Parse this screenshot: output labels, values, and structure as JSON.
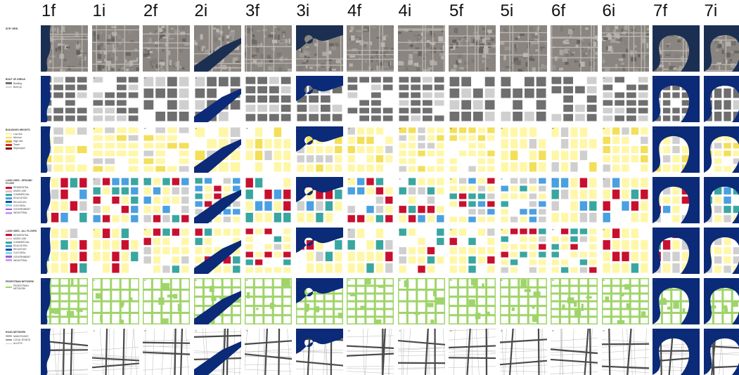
{
  "columns": [
    "1f",
    "1i",
    "2f",
    "2i",
    "3f",
    "3i",
    "4f",
    "4i",
    "5f",
    "5i",
    "6f",
    "6i",
    "7f",
    "7i"
  ],
  "rows": [
    {
      "key": "site",
      "title": "SITE VIEW",
      "legend": []
    },
    {
      "key": "built",
      "title": "BUILT UP AREAS",
      "legend": [
        {
          "label": "Building",
          "color": "#707070"
        },
        {
          "label": "Built Up",
          "color": "#d0d0d0"
        }
      ]
    },
    {
      "key": "heights",
      "title": "BUILDINGS HEIGHTS",
      "legend": [
        {
          "label": "Low rise",
          "color": "#fff7a8"
        },
        {
          "label": "Mid rise",
          "color": "#f3df58"
        },
        {
          "label": "High rise",
          "color": "#f0a300"
        },
        {
          "label": "Tower",
          "color": "#c62a1a"
        },
        {
          "label": "Skyscraper",
          "color": "#7a0d0d"
        }
      ]
    },
    {
      "key": "landuse_ground",
      "title": "LAND USES - GROUND FLOOR",
      "legend": [
        {
          "label": "RESIDENTIAL",
          "color": "#c8102e"
        },
        {
          "label": "MIXED USE",
          "color": "#f3b6c6"
        },
        {
          "label": "COMMERCIAL",
          "color": "#3aa6a0"
        },
        {
          "label": "EDUCATION",
          "color": "#4aa0e0"
        },
        {
          "label": "RELIGIOUS",
          "color": "#1050b0"
        },
        {
          "label": "CULTURAL",
          "color": "#8bd3f0"
        },
        {
          "label": "GOVERNMENT",
          "color": "#9d5bd0"
        },
        {
          "label": "INDUSTRIAL",
          "color": "#c8a0e8"
        }
      ]
    },
    {
      "key": "landuse_all",
      "title": "LAND USES - ALL FLOORS",
      "legend": [
        {
          "label": "RESIDENTIAL",
          "color": "#c8102e"
        },
        {
          "label": "MIXED USE",
          "color": "#f3b6c6"
        },
        {
          "label": "COMMERCIAL",
          "color": "#3aa6a0"
        },
        {
          "label": "EDUCATION",
          "color": "#4aa0e0"
        },
        {
          "label": "RELIGIOUS",
          "color": "#1050b0"
        },
        {
          "label": "CULTURAL",
          "color": "#8bd3f0"
        },
        {
          "label": "GOVERNMENT",
          "color": "#9d5bd0"
        },
        {
          "label": "INDUSTRIAL",
          "color": "#c8a0e8"
        }
      ]
    },
    {
      "key": "pedestrian",
      "title": "PEDESTRIAN NETWORK",
      "legend": [
        {
          "label": "PEDESTRIAN NETWORK",
          "color": "#9fd46a"
        }
      ]
    },
    {
      "key": "road",
      "title": "ROAD NETWORK",
      "legend": [
        {
          "label": "MAIN ROADS",
          "color": "#555555",
          "line": true
        },
        {
          "label": "LOCAL ROADS",
          "color": "#999999",
          "line": true
        },
        {
          "label": "ALLEYS",
          "color": "#cccccc",
          "line": true
        }
      ]
    }
  ],
  "tile_tags": [
    "1f",
    "1i",
    "2f",
    "2i",
    "3f",
    "3i",
    "4f",
    "4i",
    "5f",
    "5i",
    "6f",
    "6i",
    "7f",
    "7i"
  ],
  "colors": {
    "sea": "#0b2a78",
    "building": "#6f6f6f",
    "builtup": "#cfcfcf",
    "green": "#9fd46a",
    "road": "#4a4a4a",
    "yellow": "#fff7a8",
    "orange": "#f0a300",
    "red": "#c62a1a"
  }
}
